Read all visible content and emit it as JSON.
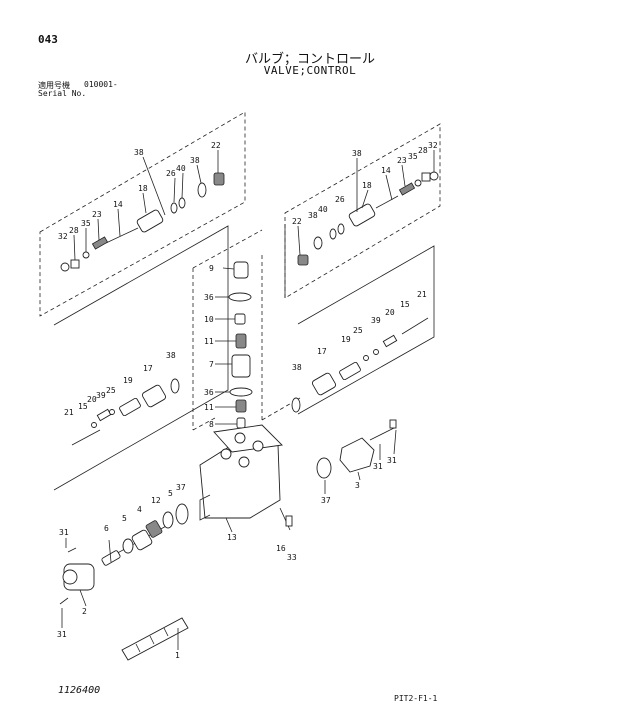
{
  "header": {
    "page_number": "043",
    "title_jp": "バルブ；コントロール",
    "title_en": "VALVE;CONTROL",
    "serial_label_jp": "適用号機",
    "serial_value": "010001-",
    "serial_label_en": "Serial No."
  },
  "footer": {
    "drawing_number": "1126400",
    "page_code": "PIT2-F1-1"
  },
  "callouts": {
    "ul_38": "38",
    "ul_22": "22",
    "ul_26": "26",
    "ul_40": "40",
    "ul_38b": "38",
    "ul_18": "18",
    "ul_14": "14",
    "ul_23": "23",
    "ul_28": "28",
    "ul_35": "35",
    "ul_32": "32",
    "ur_38": "38",
    "ur_14": "14",
    "ur_18": "18",
    "ur_23": "23",
    "ur_35": "35",
    "ur_28": "28",
    "ur_32": "32",
    "ur_26": "26",
    "ur_40": "40",
    "ur_38b": "38",
    "ur_22": "22",
    "c_9": "9",
    "c_36": "36",
    "c_10": "10",
    "c_11": "11",
    "c_7": "7",
    "c_36b": "36",
    "c_11b": "11",
    "c_8": "8",
    "ml_38": "38",
    "ml_17": "17",
    "ml_19": "19",
    "ml_25": "25",
    "ml_39": "39",
    "ml_20": "20",
    "ml_15": "15",
    "ml_21": "21",
    "mr_21": "21",
    "mr_15": "15",
    "mr_20": "20",
    "mr_39": "39",
    "mr_25": "25",
    "mr_19": "19",
    "mr_17": "17",
    "mr_38": "38",
    "b_37": "37",
    "b_5": "5",
    "b_12": "12",
    "b_4": "4",
    "b_5b": "5",
    "b_6": "6",
    "b_13": "13",
    "b_37b": "37",
    "b_3": "3",
    "b_31": "31",
    "b_31b": "31",
    "b_16": "16",
    "b_33": "33",
    "l_31": "31",
    "l_2": "2",
    "l_31b": "31",
    "l_1": "1"
  }
}
